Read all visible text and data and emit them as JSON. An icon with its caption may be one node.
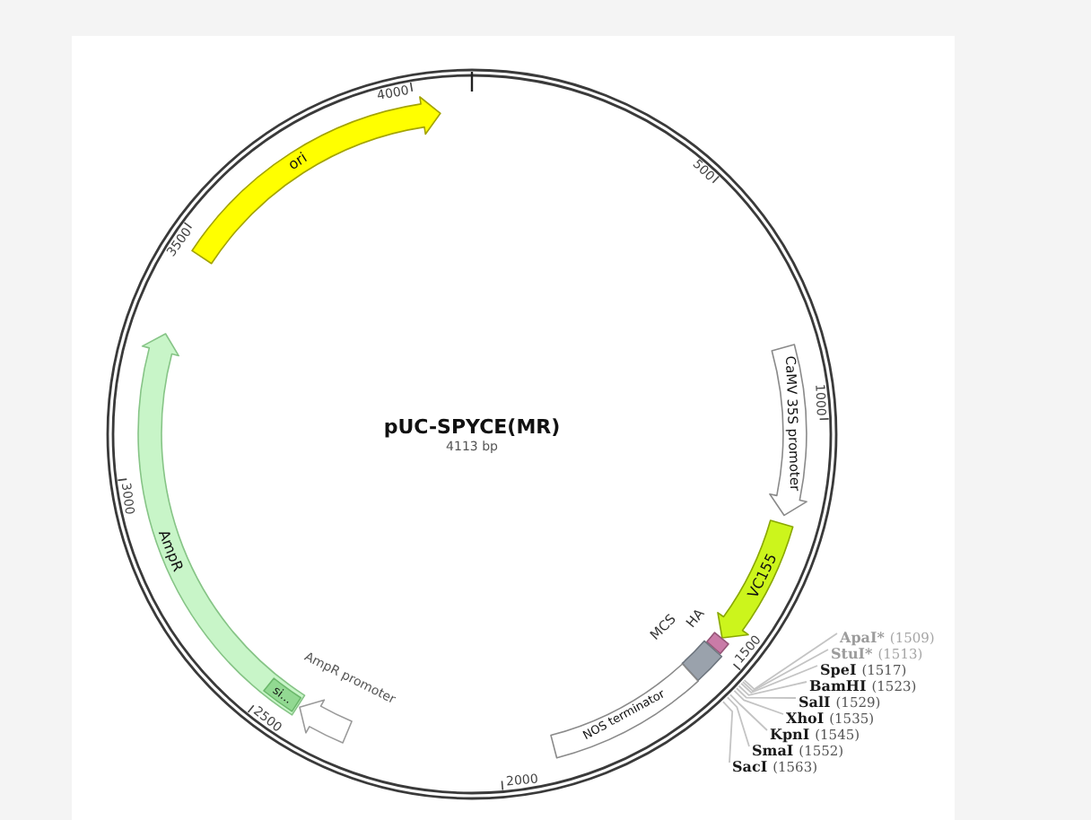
{
  "diagram": {
    "title": "pUC-SPYCE(MR)",
    "nodes": [
      {
        "text": [
          "ori"
        ]
      },
      {
        "text": [
          "CaMV 35S promoter"
        ]
      },
      {
        "text": [
          "VC155"
        ]
      },
      {
        "text": [
          "HA"
        ]
      },
      {
        "text": [
          "MCS"
        ]
      },
      {
        "text": [
          "ApaI*",
          "(1509)"
        ]
      },
      {
        "text": [
          "StuI*",
          "(1513)"
        ]
      },
      {
        "text": [
          "SpeI",
          "(1517)"
        ]
      },
      {
        "text": [
          "BamHI",
          "(1523)"
        ]
      },
      {
        "text": [
          "SalI",
          "(1529)"
        ]
      },
      {
        "text": [
          "XhoI",
          "(1535)"
        ]
      },
      {
        "text": [
          "KpnI",
          "(1545)"
        ]
      },
      {
        "text": [
          "SmaI",
          "(1552)"
        ]
      },
      {
        "text": [
          "SacI",
          "(1563)"
        ]
      },
      {
        "text": [
          "NOS terminator"
        ]
      },
      {
        "text": [
          "AmpR promoter"
        ]
      },
      {
        "text": [
          "AmpR"
        ]
      },
      {
        "text": [
          "si..."
        ],
        "in": 16
      }
    ],
    "edges": [
      {
        "from": 5,
        "to": null,
        "arrow": "none"
      },
      {
        "from": 6,
        "to": null,
        "arrow": "none"
      },
      {
        "from": 7,
        "to": null,
        "arrow": "none"
      },
      {
        "from": 8,
        "to": null,
        "arrow": "none"
      },
      {
        "from": 9,
        "to": null,
        "arrow": "none"
      },
      {
        "from": 10,
        "to": null,
        "arrow": "none"
      },
      {
        "from": 11,
        "to": null,
        "arrow": "none"
      },
      {
        "from": 12,
        "to": null,
        "arrow": "none"
      },
      {
        "from": 13,
        "to": null,
        "arrow": "none"
      }
    ],
    "labels": [
      "4113 bp",
      "500",
      "1000",
      "1500",
      "2000",
      "2500",
      "3000",
      "3500",
      "4000"
    ]
  }
}
